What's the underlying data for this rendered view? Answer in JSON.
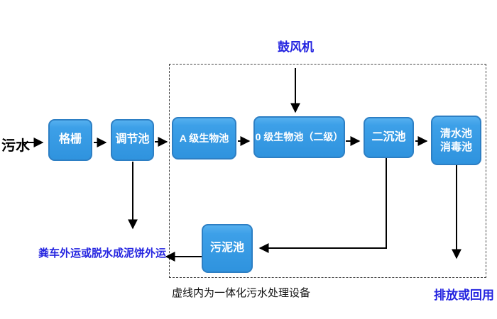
{
  "diagram": {
    "title_hint": "integrated wastewater treatment flow diagram",
    "source_label": "污水",
    "blower_label": "鼓风机",
    "nodes": {
      "grid": {
        "label": "格栅"
      },
      "regulating": {
        "label": "调节池"
      },
      "a_bio": {
        "label": "A 级生物池"
      },
      "o_bio": {
        "label": "0 级生物池（二级）"
      },
      "secondary_sed": {
        "label": "二沉池"
      },
      "clear_water": {
        "line1": "清水池",
        "line2": "消毒池"
      },
      "sludge": {
        "label": "污泥池"
      }
    },
    "annotations": {
      "sludge_out": "粪车外运或脱水成泥饼外运",
      "dashed_caption": "虚线内为一体化污水处理设备",
      "discharge": "排放或回用"
    },
    "colors": {
      "node_fill": "#3da0e8",
      "node_border": "#2d7fc4",
      "node_text": "#ffffff",
      "accent_blue_text": "#2424e0",
      "line": "#000000",
      "dashed_border": "#444444",
      "background": "#ffffff"
    }
  }
}
